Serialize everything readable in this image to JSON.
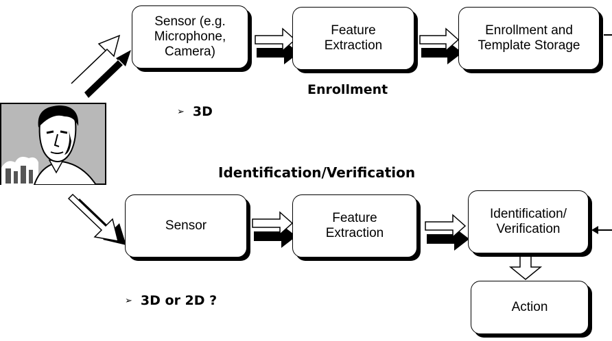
{
  "enrollment": {
    "sensor_lines": [
      "Sensor (e.g.",
      "Microphone,",
      "Camera)"
    ],
    "feature_lines": [
      "Feature",
      "Extraction"
    ],
    "storage_lines": [
      "Enrollment and",
      "Template Storage"
    ],
    "title": "Enrollment",
    "bullet": "3D"
  },
  "identification": {
    "title": "Identification/Verification",
    "sensor_lines": [
      "Sensor"
    ],
    "feature_lines": [
      "Feature",
      "Extraction"
    ],
    "verify_lines": [
      "Identification/",
      "Verification"
    ],
    "action_lines": [
      "Action"
    ],
    "bullet": "3D or 2D ?"
  },
  "icons": {
    "bullet_marker": "➢",
    "user": "person-portrait-icon"
  }
}
